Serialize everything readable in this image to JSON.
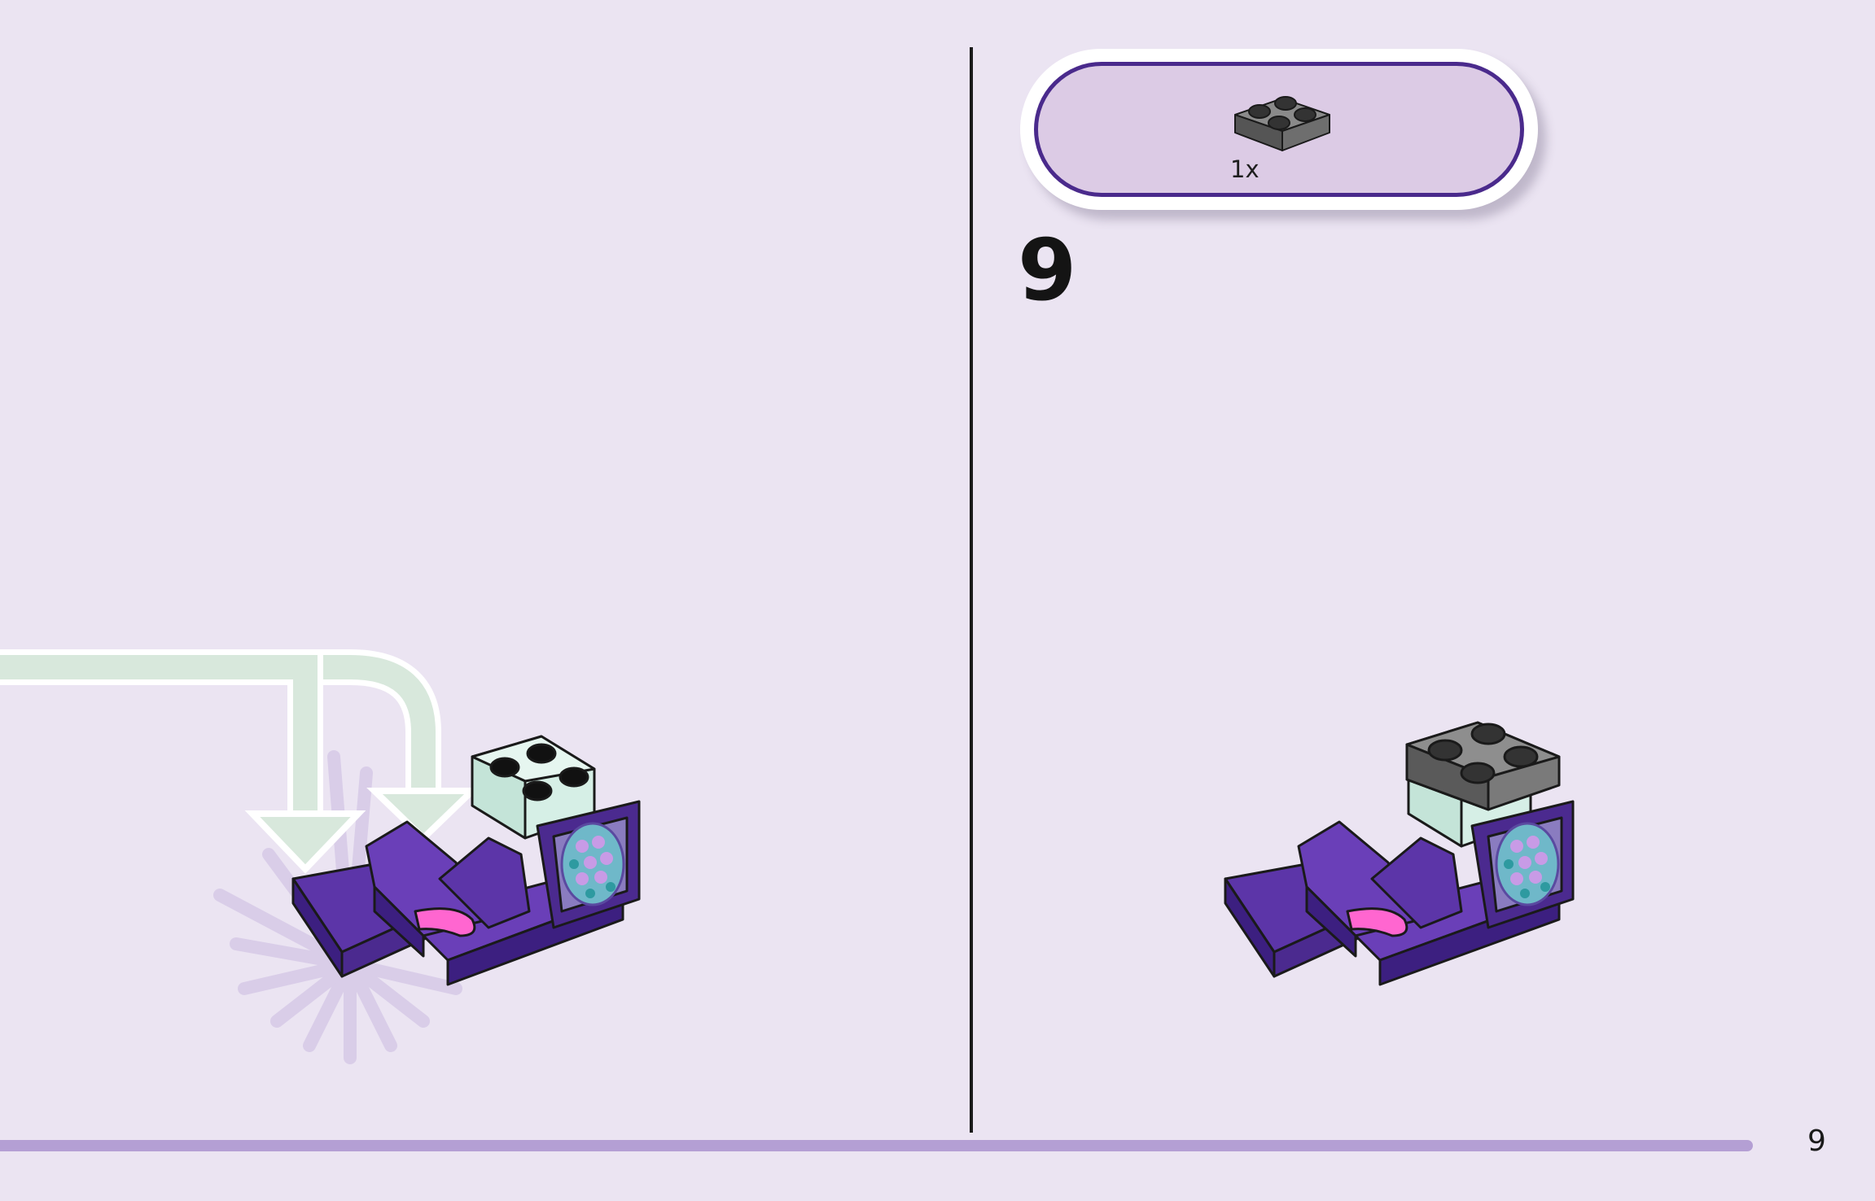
{
  "step": {
    "number": "9",
    "parts": [
      {
        "icon": "dark-gray-2x2-plate-icon",
        "quantity": "1x"
      }
    ]
  },
  "footer": {
    "page_number": "9"
  },
  "colors": {
    "background": "#ebe4f2",
    "callout_fill": "#dccbe5",
    "callout_border": "#4a2a8c",
    "bottom_bar": "#b49fd4",
    "arrow": "#d8e8dc",
    "purple_dark": "#4b2a8f",
    "purple_mid": "#6a3fb8",
    "purple_light": "#8a5fd0",
    "mint": "#d6efe6",
    "gray_plate": "#6e6e6e",
    "pink": "#ff66d0"
  }
}
